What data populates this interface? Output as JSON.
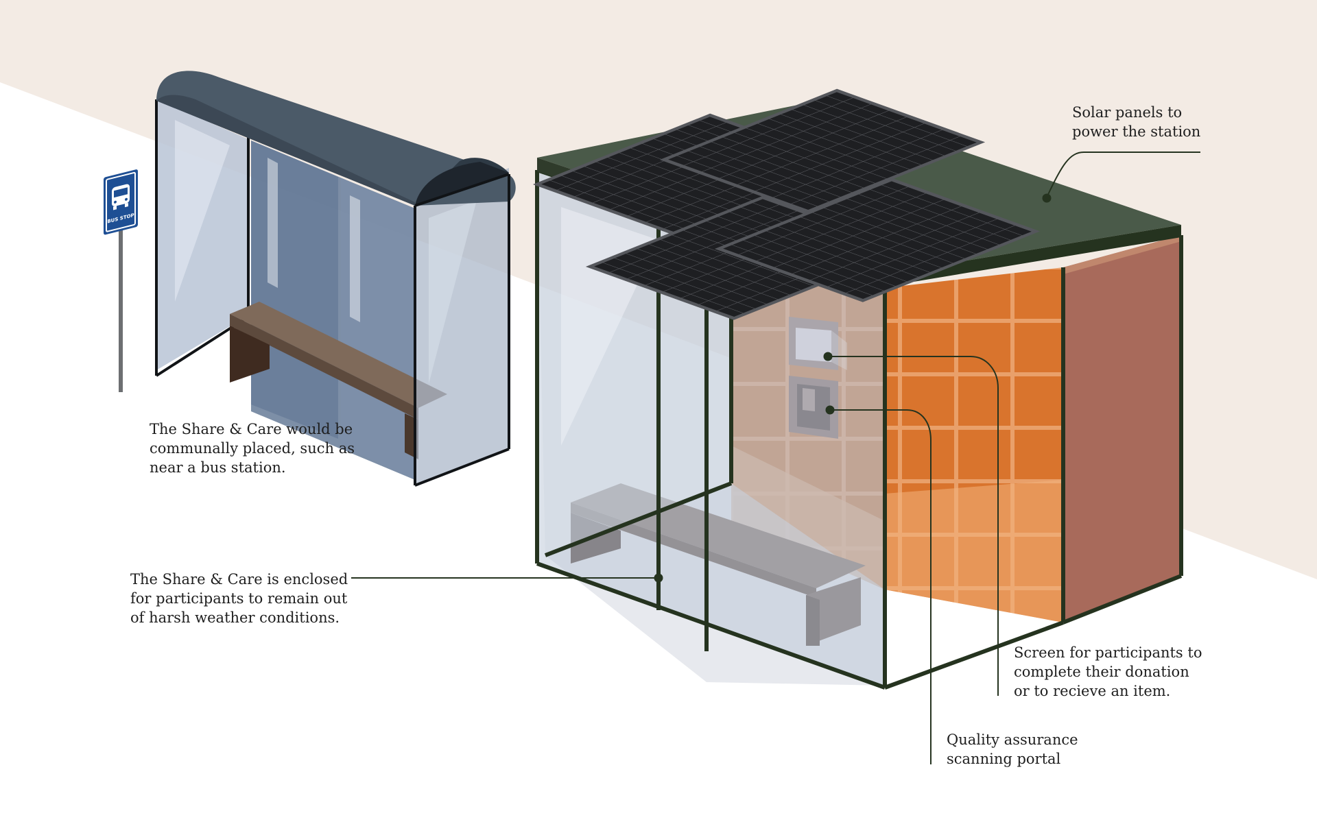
{
  "sign": {
    "text": "BUS STOP"
  },
  "callouts": {
    "solar": {
      "lines": [
        "Solar panels to",
        "power the station"
      ]
    },
    "placement": {
      "lines": [
        "The Share & Care would be",
        "communally placed, such as",
        "near a bus station."
      ]
    },
    "enclosed": {
      "lines": [
        "The Share & Care is enclosed",
        "for participants to remain out",
        "of harsh weather conditions."
      ]
    },
    "screen": {
      "lines": [
        "Screen for participants to",
        "complete their donation",
        "or to recieve an item."
      ]
    },
    "scanner": {
      "lines": [
        "Quality assurance",
        "scanning portal"
      ]
    }
  },
  "colors": {
    "background_band": "#f3ebe4",
    "frame": "#25331f",
    "roof": "#4a5a49",
    "solar_panel": "#1c1d20",
    "locker": "#d97a3a",
    "side_panel": "#a86a5b",
    "shelter_roof": "#4b5a68",
    "glass": "#a9b6c8",
    "bench": "#7f6a5a",
    "sign": "#1e4f94"
  }
}
